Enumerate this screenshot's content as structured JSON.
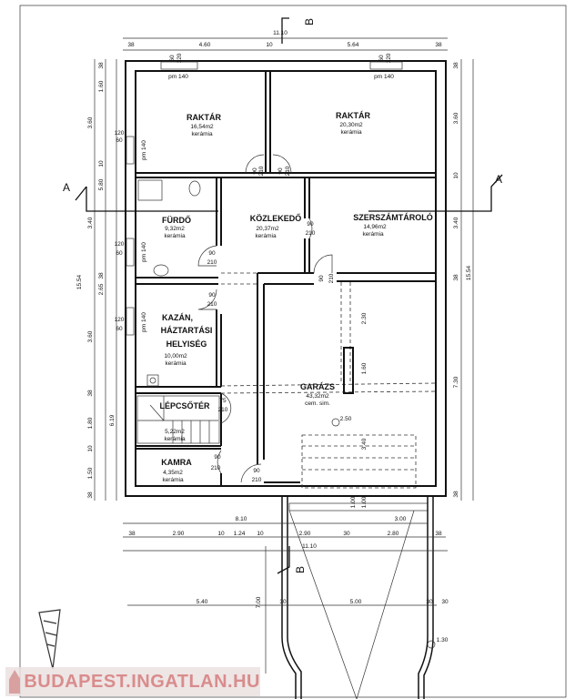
{
  "rooms": [
    {
      "name": "RAKTÁR",
      "area": "16,54m2",
      "floor": "kerámia"
    },
    {
      "name": "RAKTÁR",
      "area": "20,30m2",
      "floor": "kerámia"
    },
    {
      "name": "FÜRDŐ",
      "area": "9,32m2",
      "floor": "kerámia"
    },
    {
      "name": "KÖZLEKEDŐ",
      "area": "20,37m2",
      "floor": "kerámia"
    },
    {
      "name": "SZERSZÁMTÁROLÓ",
      "area": "14,96m2",
      "floor": "kerámia"
    },
    {
      "name_lines": [
        "KAZÁN,",
        "HÁZTARTÁSI",
        "HELYISÉG"
      ],
      "area": "10,00m2",
      "floor": "kerámia"
    },
    {
      "name": "LÉPCSŐTÉR",
      "area": "5,22m2",
      "floor": "kerámia"
    },
    {
      "name": "KAMRA",
      "area": "4,35m2",
      "floor": "kerámia"
    },
    {
      "name": "GARÁZS",
      "area": "43,32m2",
      "floor": "cem. sim."
    }
  ],
  "dims_top": [
    "11.10",
    "38",
    "4.60",
    "10",
    "5.64",
    "38"
  ],
  "dims_bottom": [
    "8.10",
    "3.00",
    "38",
    "2.90",
    "10",
    "1.24",
    "10",
    "2.90",
    "30",
    "2.80",
    "38",
    "11.10"
  ],
  "dims_left": [
    "1.60",
    "3.60",
    "5.80",
    "3.40",
    "2.65",
    "3.60",
    "1.80",
    "6.19",
    "1.50",
    "15.54",
    "38",
    "10",
    "38",
    "38",
    "10",
    "38"
  ],
  "dims_right": [
    "38",
    "3.60",
    "10",
    "3.40",
    "38",
    "15.54",
    "7.30",
    "38"
  ],
  "dims_garage": [
    "2.30",
    "1.60",
    "3.40",
    "1.00",
    "1.00"
  ],
  "dims_drive": [
    "5.40",
    "7.00",
    "5.00",
    "30",
    "30",
    "30"
  ],
  "levels": [
    "2.50",
    "1.30"
  ],
  "windows": {
    "pm": "pm 140",
    "h60": "60",
    "h120": "120"
  },
  "doors": {
    "w90": "90",
    "w75": "75",
    "h210": "210"
  },
  "sections": [
    "A",
    "A",
    "B",
    "B"
  ],
  "watermark": "BUDAPEST.INGATLAN.HU"
}
